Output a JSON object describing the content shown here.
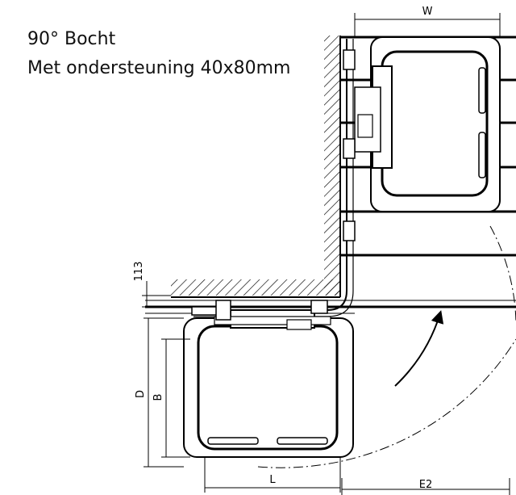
{
  "title": {
    "line1": "90° Bocht",
    "line2": "Met ondersteuning 40x80mm"
  },
  "dimensions": {
    "w": "W",
    "offset": "113",
    "d": "D",
    "b": "B",
    "l": "L",
    "e2": "E2"
  },
  "colors": {
    "line": "#000000",
    "hatch": "#000000",
    "background": "#ffffff"
  }
}
